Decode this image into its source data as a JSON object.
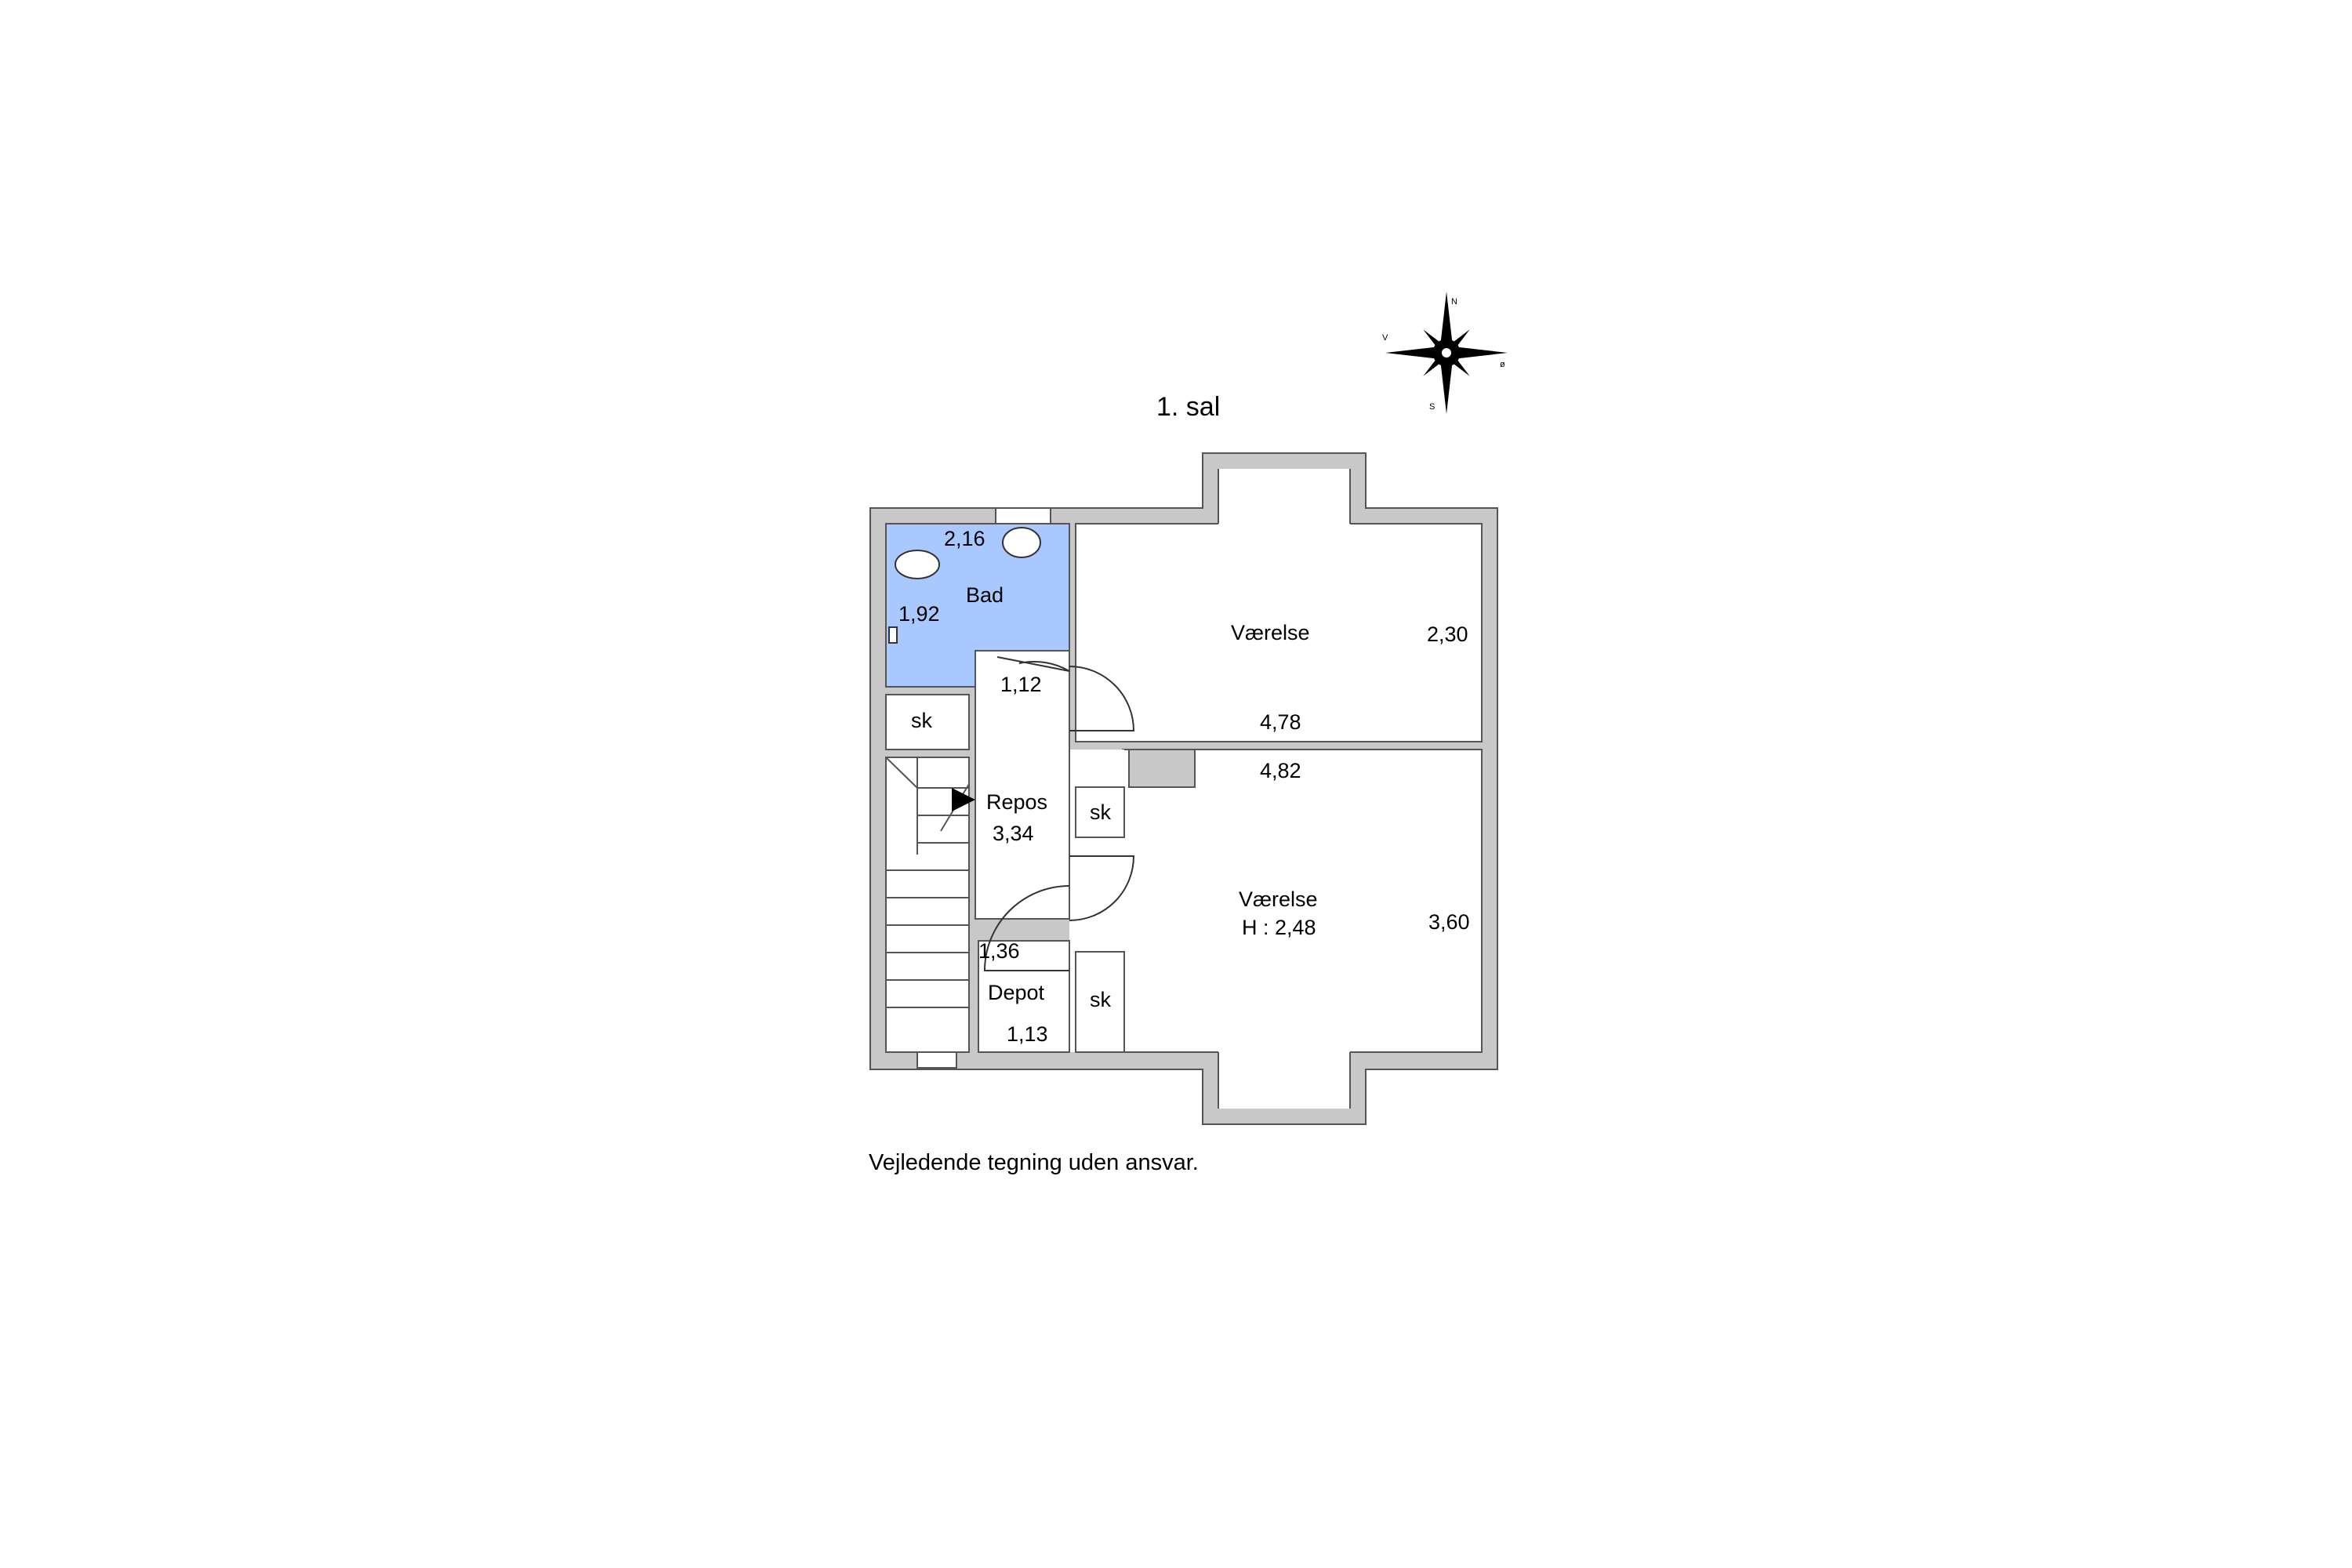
{
  "floor_title": "1. sal",
  "caption": "Vejledende tegning uden ansvar.",
  "colors": {
    "wall": "#c8c8c8",
    "wall_stroke": "#555555",
    "bathroom": "#a8c8ff",
    "room": "#ffffff",
    "text": "#000000"
  },
  "compass": {
    "n": "N",
    "s": "S",
    "v": "V",
    "o": "ø"
  },
  "rooms": {
    "bad": "Bad",
    "vaerelse_top": "Værelse",
    "vaerelse_bottom": "Værelse",
    "vaerelse_bottom_height": "H : 2,48",
    "repos": "Repos",
    "depot": "Depot",
    "sk_top": "sk",
    "sk_mid": "sk",
    "sk_low": "sk"
  },
  "dimensions": {
    "bad_w": "2,16",
    "bad_h": "1,92",
    "vaerelse_top_h": "2,30",
    "vaerelse_top_w": "4,78",
    "vaerelse_bottom_w": "4,82",
    "vaerelse_bottom_h": "3,60",
    "hall_top": "1,12",
    "repos_len": "3,34",
    "depot_h": "1,36",
    "depot_w": "1,13"
  }
}
